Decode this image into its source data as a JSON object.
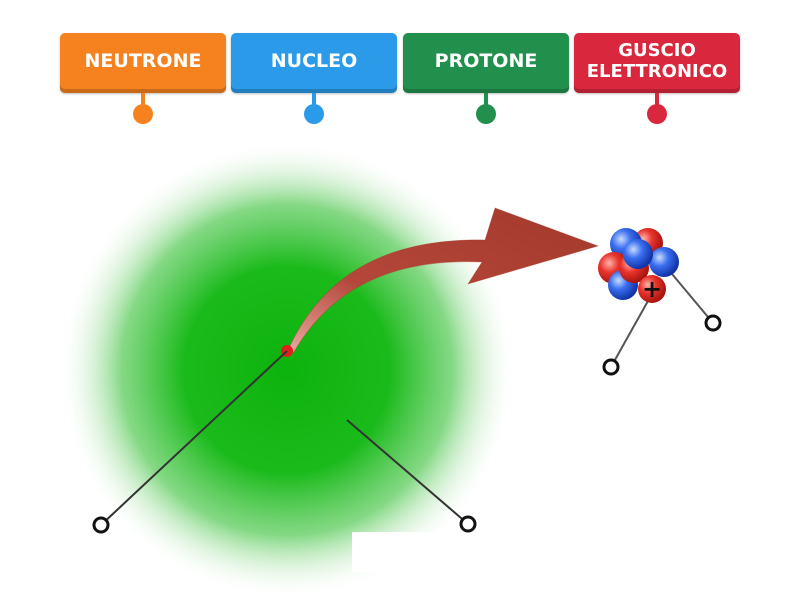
{
  "labels": [
    {
      "text": "NEUTRONE",
      "color": "#f5821f"
    },
    {
      "text": "NUCLEO",
      "color": "#2b9ae8"
    },
    {
      "text": "PROTONE",
      "color": "#22904d"
    },
    {
      "text": "GUSCIO ELETTRONICO",
      "line1": "GUSCIO",
      "line2": "ELETTRONICO",
      "color": "#d9283d"
    }
  ],
  "colors": {
    "cloud": "#0db30d",
    "arrow": "#a8392a",
    "proton": "#e0302a",
    "neutron": "#2c5fe0",
    "nucleus_dot": "#e0201c"
  },
  "icons": [
    "drop-target-circle-icon",
    "plus-sign-icon"
  ],
  "proton_sign": "+"
}
